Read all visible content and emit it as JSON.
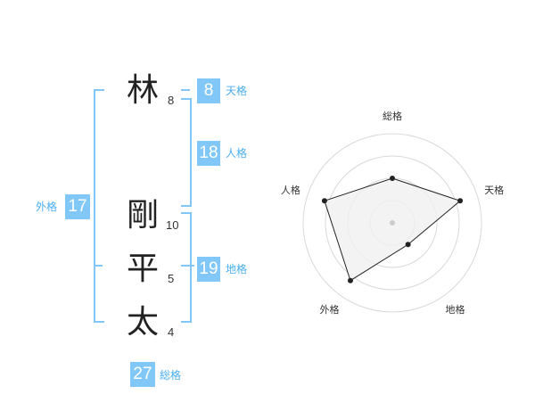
{
  "name_chars": [
    {
      "char": "林",
      "strokes": "8"
    },
    {
      "char": "剛",
      "strokes": "10"
    },
    {
      "char": "平",
      "strokes": "5"
    },
    {
      "char": "太",
      "strokes": "4"
    }
  ],
  "grids": {
    "tenkaku": {
      "value": "8",
      "label": "天格"
    },
    "jinkaku": {
      "value": "18",
      "label": "人格"
    },
    "chikaku": {
      "value": "19",
      "label": "地格"
    },
    "gaikaku": {
      "value": "17",
      "label": "外格"
    },
    "soukaku": {
      "value": "27",
      "label": "総格"
    }
  },
  "colors": {
    "accent": "#81c8f8",
    "accent_text": "#4aaef0",
    "polygon_fill": "#f0f0f0"
  },
  "chart_data": {
    "type": "radar",
    "axes": [
      "総格",
      "天格",
      "地格",
      "外格",
      "人格"
    ],
    "max": 5,
    "rings": 4,
    "values": [
      2.5,
      4,
      1.5,
      4,
      4
    ],
    "grid": true,
    "legend": "none"
  }
}
